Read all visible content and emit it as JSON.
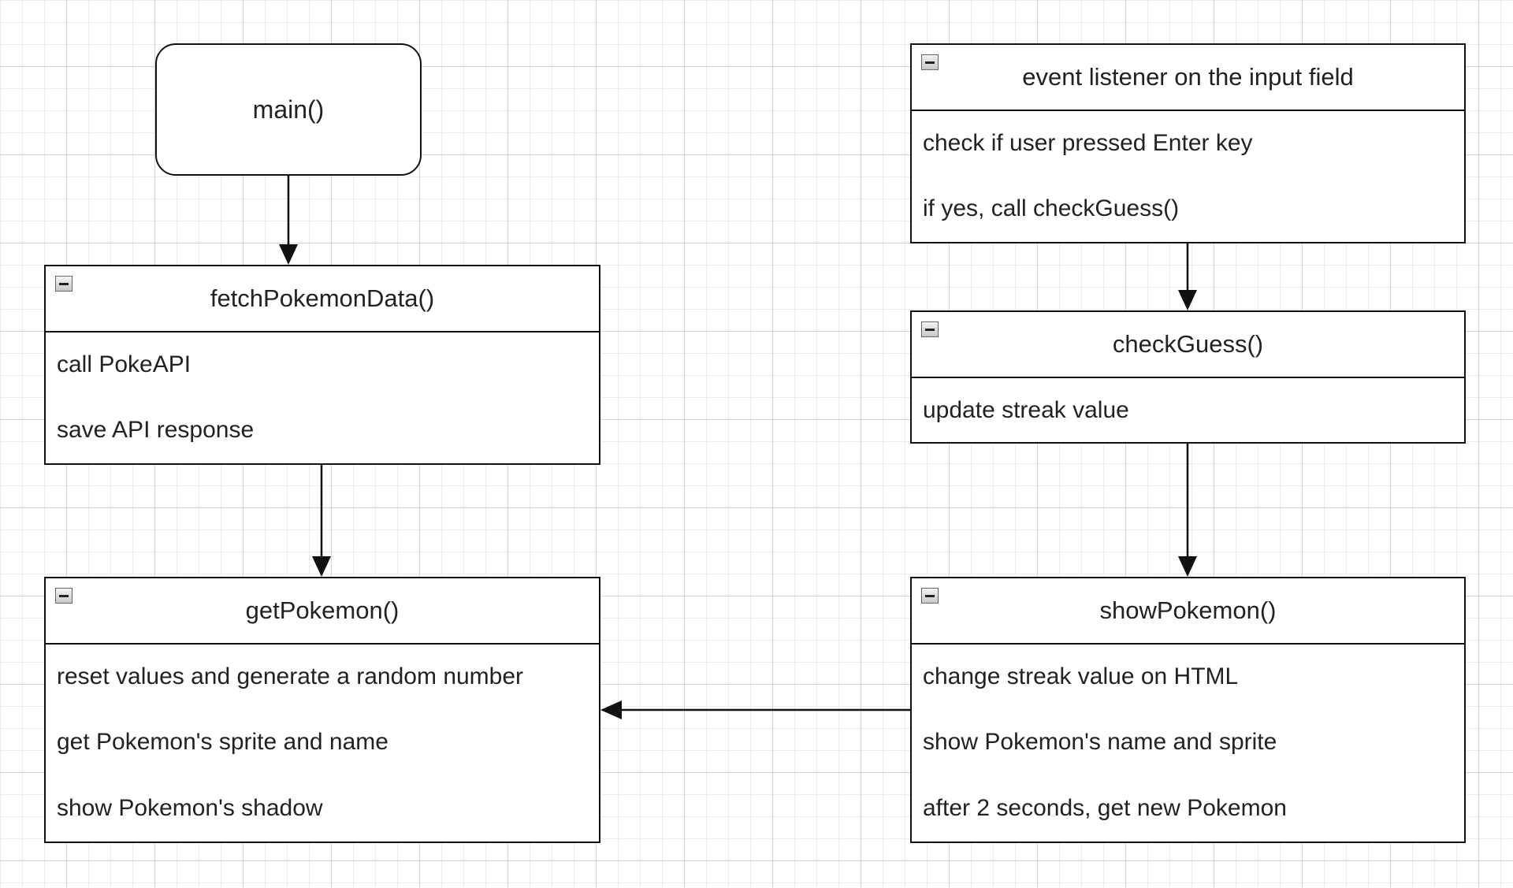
{
  "nodes": {
    "main": {
      "label": "main()"
    },
    "fetch": {
      "title": "fetchPokemonData()",
      "items": [
        "call PokeAPI",
        "save API response"
      ]
    },
    "get": {
      "title": "getPokemon()",
      "items": [
        "reset values and generate a random number",
        "get Pokemon's sprite and name",
        "show Pokemon's shadow"
      ]
    },
    "listener": {
      "title": "event listener on the input field",
      "items": [
        "check if user pressed Enter key",
        "if yes, call checkGuess()"
      ]
    },
    "check": {
      "title": "checkGuess()",
      "items": [
        "update streak value"
      ]
    },
    "show": {
      "title": "showPokemon()",
      "items": [
        "change streak value on HTML",
        "show Pokemon's name and sprite",
        "after 2 seconds, get new Pokemon"
      ]
    }
  },
  "edges": [
    {
      "from": "main",
      "to": "fetch"
    },
    {
      "from": "fetch",
      "to": "get"
    },
    {
      "from": "listener",
      "to": "check"
    },
    {
      "from": "check",
      "to": "show"
    },
    {
      "from": "show",
      "to": "get"
    }
  ]
}
